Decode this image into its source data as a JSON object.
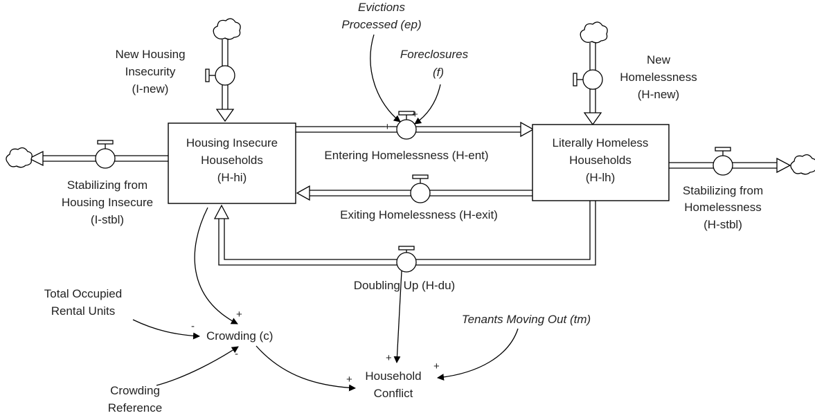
{
  "colors": {
    "stroke": "#000000",
    "text": "#222222",
    "background": "#ffffff"
  },
  "stocks": {
    "housing_insecure": {
      "line1": "Housing Insecure",
      "line2": "Households",
      "line3": "(H-hi)"
    },
    "literally_homeless": {
      "line1": "Literally Homeless",
      "line2": "Households",
      "line3": "(H-lh)"
    }
  },
  "flows": {
    "new_housing_insecurity": {
      "line1": "New Housing",
      "line2": "Insecurity",
      "line3": "(I-new)"
    },
    "new_homelessness": {
      "line1": "New",
      "line2": "Homelessness",
      "line3": "(H-new)"
    },
    "stabilizing_insecure": {
      "line1": "Stabilizing from",
      "line2": "Housing Insecure",
      "line3": "(I-stbl)"
    },
    "stabilizing_homeless": {
      "line1": "Stabilizing from",
      "line2": "Homelessness",
      "line3": "(H-stbl)"
    },
    "entering_homelessness": {
      "label": "Entering Homelessness (H-ent)"
    },
    "exiting_homelessness": {
      "label": "Exiting Homelessness (H-exit)"
    },
    "doubling_up": {
      "label": "Doubling Up (H-du)"
    }
  },
  "variables": {
    "evictions": {
      "line1": "Evictions",
      "line2": "Processed (ep)"
    },
    "foreclosures": {
      "line1": "Foreclosures",
      "line2": "(f)"
    },
    "total_rental": {
      "line1": "Total Occupied",
      "line2": "Rental Units"
    },
    "crowding": {
      "label": "Crowding (c)"
    },
    "crowding_reference": {
      "line1": "Crowding",
      "line2": "Reference"
    },
    "tenants_moving_out": {
      "label": "Tenants Moving Out (tm)"
    },
    "household_conflict": {
      "line1": "Household",
      "line2": "Conflict"
    }
  },
  "polarities": {
    "evictions_to_entering": "+",
    "foreclosures_to_entering": "+",
    "total_rental_to_crowding": "-",
    "hhi_to_crowding": "+",
    "reference_to_crowding": "-",
    "crowding_to_conflict": "+",
    "doubling_to_conflict": "+",
    "tenants_to_conflict": "+"
  }
}
